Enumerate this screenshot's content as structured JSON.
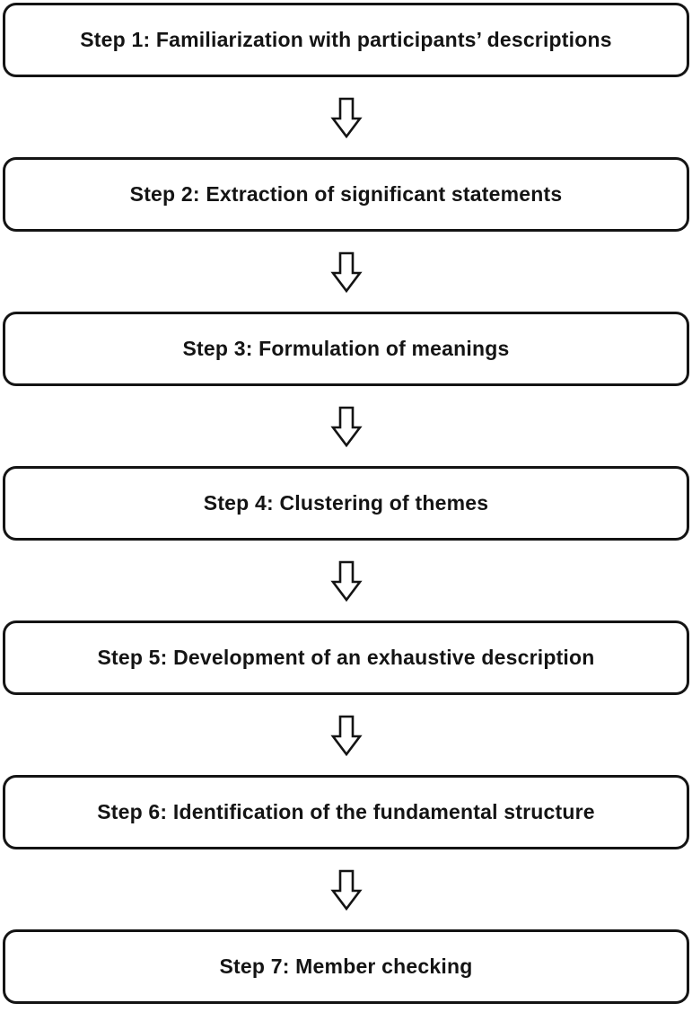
{
  "diagram": {
    "type": "flowchart",
    "direction": "top-to-bottom",
    "connector": "down-block-arrow",
    "colors": {
      "background": "#ffffff",
      "box_fill": "#ffffff",
      "box_border": "#141414",
      "text": "#141414",
      "arrow_outline": "#141414",
      "arrow_fill": "#ffffff"
    },
    "steps": [
      "Step 1: Familiarization with participants’ descriptions",
      "Step 2: Extraction of significant statements",
      "Step 3: Formulation of meanings",
      "Step 4: Clustering of themes",
      "Step 5: Development of an exhaustive description",
      "Step 6: Identification of the fundamental structure",
      "Step 7: Member checking"
    ]
  }
}
